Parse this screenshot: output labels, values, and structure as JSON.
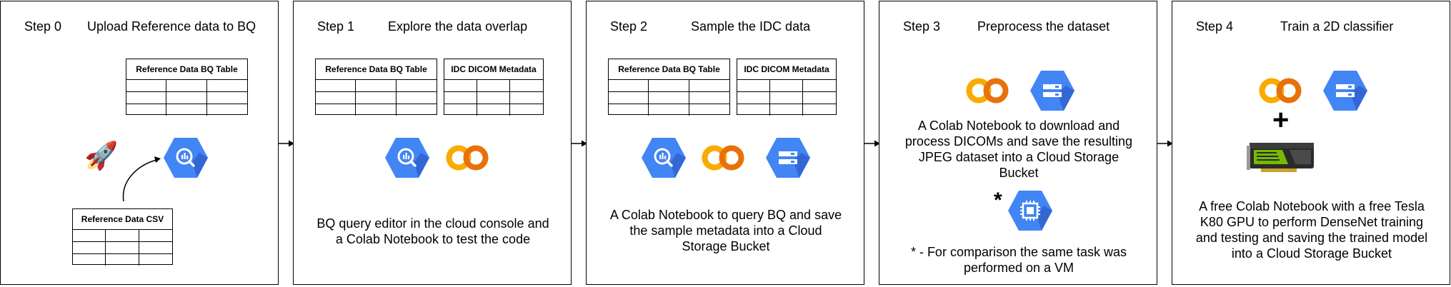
{
  "panels": [
    {
      "step": "Step 0",
      "title": "Upload Reference data to BQ",
      "table_top": "Reference Data BQ Table",
      "table_bottom": "Reference Data CSV"
    },
    {
      "step": "Step 1",
      "title": "Explore the data overlap",
      "table_left": "Reference Data BQ Table",
      "table_right": "IDC DICOM Metadata",
      "description": "BQ query editor in the cloud console and a Colab Notebook to test the code"
    },
    {
      "step": "Step 2",
      "title": "Sample the IDC data",
      "table_left": "Reference Data BQ Table",
      "table_right": "IDC DICOM Metadata",
      "description": "A Colab Notebook to query BQ and save the sample metadata into a Cloud Storage Bucket"
    },
    {
      "step": "Step 3",
      "title": "Preprocess the dataset",
      "description": "A Colab Notebook to download and process DICOMs and save the resulting JPEG dataset into a Cloud Storage Bucket",
      "asterisk": "*",
      "note": "* - For comparison the same task was performed on a VM"
    },
    {
      "step": "Step 4",
      "title": "Train a 2D classifier",
      "plus": "+",
      "description": "A free Colab Notebook with a free Tesla K80 GPU to perform DenseNet training and testing and saving the trained model into a Cloud Storage Bucket"
    }
  ],
  "colors": {
    "gcp_blue": "#4285F4",
    "gcp_blue_dark": "#3367D6",
    "colab_orange": "#F9AB00",
    "colab_orange_dark": "#E8710A",
    "border": "#000000"
  },
  "icons": [
    "rocket-icon",
    "bigquery-icon",
    "colab-icon",
    "cloud-storage-icon",
    "compute-engine-icon",
    "gpu-card-icon"
  ]
}
